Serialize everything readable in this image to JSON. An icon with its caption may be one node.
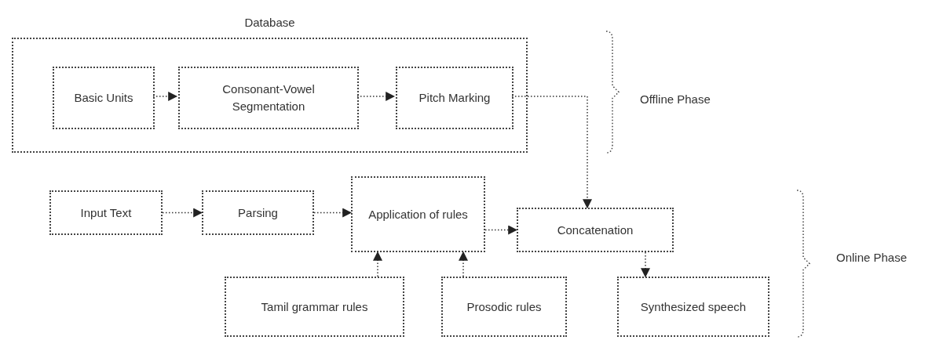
{
  "diagram": {
    "nodes": [
      {
        "text": [
          "Database"
        ]
      },
      {
        "text": [
          "Basic Units"
        ],
        "in": 0
      },
      {
        "text": [
          "Consonant-Vowel Segmentation"
        ],
        "in": 0
      },
      {
        "text": [
          "Pitch Marking"
        ],
        "in": 0
      },
      {
        "text": [
          "Input Text"
        ]
      },
      {
        "text": [
          "Parsing"
        ]
      },
      {
        "text": [
          "Application of rules"
        ]
      },
      {
        "text": [
          "Concatenation"
        ]
      },
      {
        "text": [
          "Tamil grammar rules"
        ]
      },
      {
        "text": [
          "Prosodic rules"
        ]
      },
      {
        "text": [
          "Synthesized speech"
        ]
      }
    ],
    "edges": [
      {
        "from": 1,
        "to": 2,
        "arrow": "to"
      },
      {
        "from": 2,
        "to": 3,
        "arrow": "to"
      },
      {
        "from": 3,
        "to": 7,
        "arrow": "to"
      },
      {
        "from": 4,
        "to": 5,
        "arrow": "to"
      },
      {
        "from": 5,
        "to": 6,
        "arrow": "to"
      },
      {
        "from": 6,
        "to": 7,
        "arrow": "to"
      },
      {
        "from": 8,
        "to": 6,
        "arrow": "to"
      },
      {
        "from": 9,
        "to": 6,
        "arrow": "to"
      },
      {
        "from": 7,
        "to": 10,
        "arrow": "to"
      }
    ],
    "labels": [
      "Offline Phase",
      "Online Phase"
    ]
  }
}
